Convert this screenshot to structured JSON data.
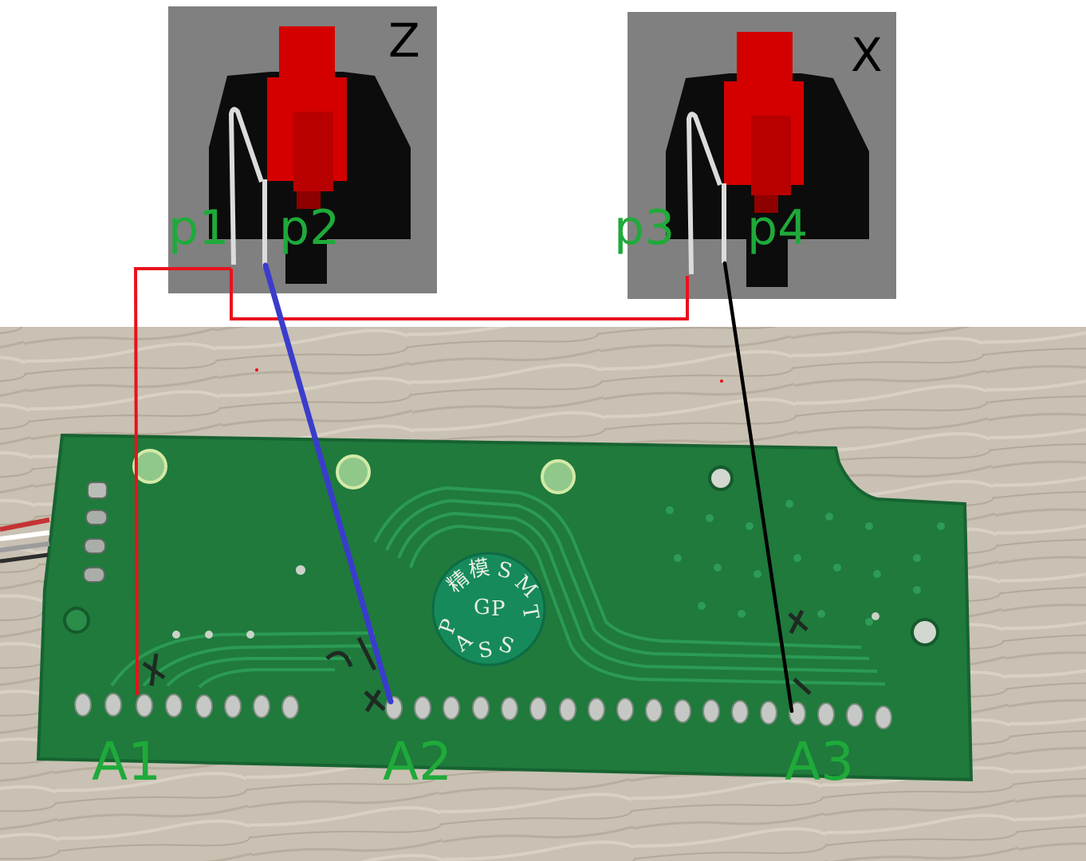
{
  "switches": [
    {
      "key": "Z",
      "pins": [
        "p1",
        "p2"
      ]
    },
    {
      "key": "X",
      "pins": [
        "p3",
        "p4"
      ]
    }
  ],
  "pads": [
    "A1",
    "A2",
    "A3"
  ],
  "seal": {
    "chars": [
      "精",
      "模",
      "S",
      "M",
      "T",
      "G",
      "P",
      "P",
      "A",
      "S",
      "S"
    ]
  },
  "colors": {
    "label_green": "#1faa3a",
    "pcb_green": "#1f7a3c",
    "switch_red": "#d40000",
    "wire_red": "#e8121c",
    "wire_blue": "#3a3ccc",
    "wire_black": "#000000",
    "switch_panel_gray": "#808080",
    "wood": "#c9c1b3"
  }
}
